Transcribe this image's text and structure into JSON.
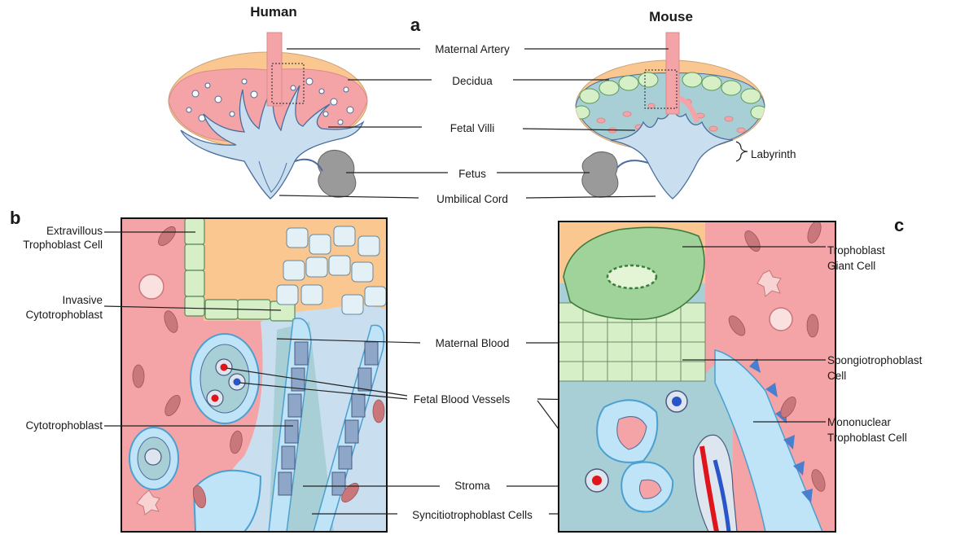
{
  "panels": {
    "a": "a",
    "b": "b",
    "c": "c"
  },
  "species": {
    "human": "Human",
    "mouse": "Mouse"
  },
  "panel_a_labels": {
    "maternal_artery": "Maternal Artery",
    "decidua": "Decidua",
    "fetal_villi": "Fetal Villi",
    "fetus": "Fetus",
    "umbilical_cord": "Umbilical Cord",
    "labyrinth": "Labyrinth"
  },
  "panel_b_labels": {
    "evt_line1": "Extravillous",
    "evt_line2": "Trophoblast Cell",
    "invasive_line1": "Invasive",
    "invasive_line2": "Cytotrophoblast",
    "cytotrophoblast": "Cytotrophoblast"
  },
  "shared_labels": {
    "maternal_blood": "Maternal Blood",
    "fetal_blood_vessels": "Fetal Blood Vessels",
    "stroma": "Stroma",
    "syncytiotrophoblast": "Syncitiotrophoblast Cells"
  },
  "panel_c_labels": {
    "tgc_line1": "Trophoblast",
    "tgc_line2": "Giant Cell",
    "spongio_line1": "Spongiotrophoblast",
    "spongio_line2": "Cell",
    "mono_line1": "Mononuclear",
    "mono_line2": "Trophoblast Cell"
  },
  "colors": {
    "decidua": "#f9c78f",
    "maternal_blood": "#f4a3a6",
    "villi": "#c9dff0",
    "stroma": "#a9cfd6",
    "spongio": "#d6efc6",
    "giant_cell": "#9fd39a",
    "syncytio": "#bfe3f7",
    "cyto": "#8ea7c9",
    "fetal_red": "#e0141b",
    "fetal_blue": "#2a55c8"
  }
}
